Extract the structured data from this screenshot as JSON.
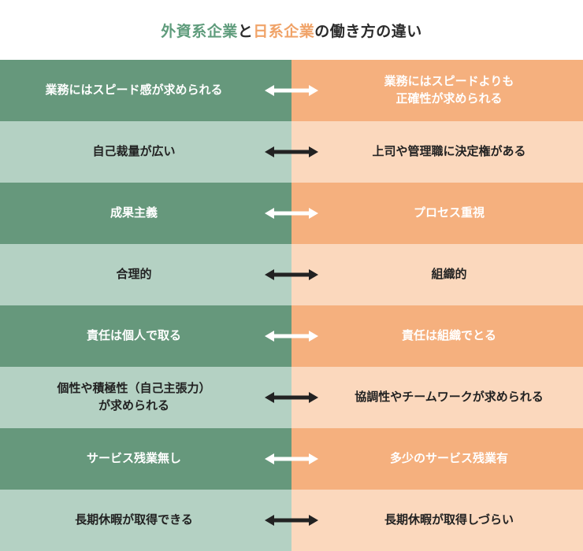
{
  "title": {
    "prefix": "外資系企業",
    "and": "と",
    "middle": "日系企業",
    "suffix": "の働き方の違い"
  },
  "colors": {
    "green_dark": "#66987c",
    "green_light": "#b4d1c3",
    "orange_dark": "#f5b07e",
    "orange_light": "#fbd8bd"
  },
  "rows": [
    {
      "left": "業務にはスピード感が求められる",
      "right": "業務にはスピードよりも\n正確性が求められる"
    },
    {
      "left": "自己裁量が広い",
      "right": "上司や管理職に決定権がある"
    },
    {
      "left": "成果主義",
      "right": "プロセス重視"
    },
    {
      "left": "合理的",
      "right": "組織的"
    },
    {
      "left": "責任は個人で取る",
      "right": "責任は組織でとる"
    },
    {
      "left": "個性や積極性（自己主張力）\nが求められる",
      "right": "協調性やチームワークが求められる"
    },
    {
      "left": "サービス残業無し",
      "right": "多少のサービス残業有"
    },
    {
      "left": "長期休暇が取得できる",
      "right": "長期休暇が取得しづらい"
    }
  ]
}
